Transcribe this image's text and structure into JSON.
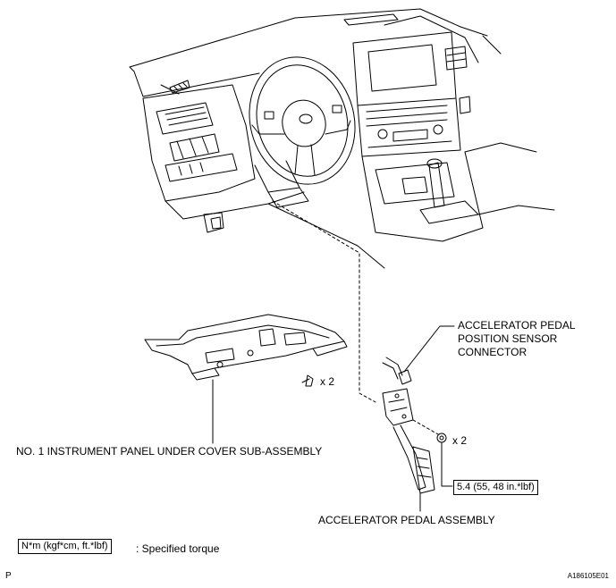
{
  "labels": {
    "connector_line1": "ACCELERATOR PEDAL",
    "connector_line2": "POSITION SENSOR",
    "connector_line3": "CONNECTOR",
    "under_cover": "NO. 1 INSTRUMENT PANEL UNDER COVER SUB-ASSEMBLY",
    "pedal_assembly": "ACCELERATOR PEDAL ASSEMBLY",
    "bolt_qty_left": "x 2",
    "nut_qty_right": "x 2",
    "torque_value": "5.4 (55, 48 in.*lbf)"
  },
  "legend": {
    "units_box": "N*m (kgf*cm, ft.*lbf)",
    "description": ": Specified torque"
  },
  "corner": {
    "left_mark": "P",
    "figure_id": "A186105E01"
  }
}
